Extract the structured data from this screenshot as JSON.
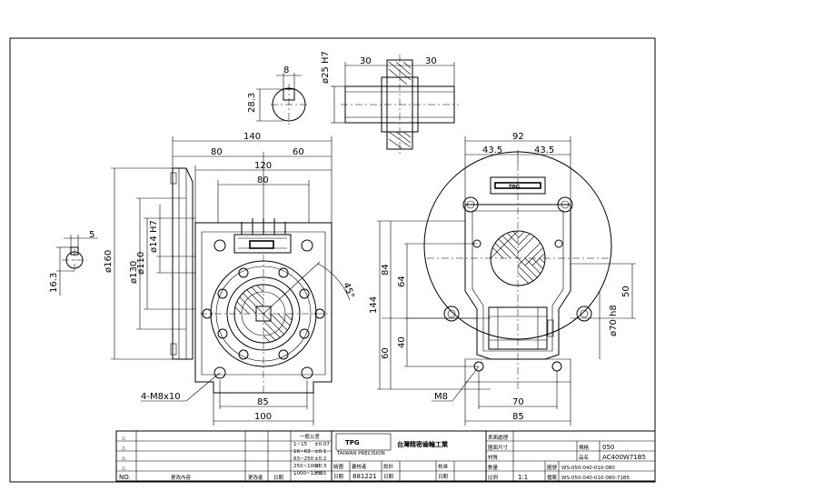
{
  "dims": {
    "key_width": "8",
    "key_height": "28.3",
    "shaft_dia": "ø25 H7",
    "len_left": "30",
    "len_right": "30",
    "w140": "140",
    "w80a": "80",
    "w60": "60",
    "w120": "120",
    "w80b": "80",
    "d160": "ø160",
    "d130": "ø130",
    "d110": "ø110",
    "d14": "ø14 H7",
    "k5": "5",
    "k163": "16.3",
    "angle": "45°",
    "bolt": "4-M8x10",
    "w85a": "85",
    "w100": "100",
    "w92": "92",
    "w435a": "43.5",
    "w435b": "43.5",
    "h144": "144",
    "h84": "84",
    "h64": "64",
    "h60": "60",
    "h40": "40",
    "h50": "50",
    "d70": "ø70 h8",
    "m8": "M8",
    "w70": "70",
    "w85b": "85"
  },
  "title_block": {
    "rev_mark": "△",
    "col_no": "NO.",
    "col_content": "更改內容",
    "col_signer": "更改者",
    "col_date": "日期",
    "tol_title": "一般公差",
    "tol_rows": [
      {
        "range": "1~15",
        "tol": "±0.07"
      },
      {
        "range": "16~63",
        "tol": "±0.1"
      },
      {
        "range": "63~250",
        "tol": "±0.2"
      },
      {
        "range": "250~1000",
        "tol": "±0.3"
      },
      {
        "range": "1000~1250",
        "tol": "±0.5"
      }
    ],
    "logo": "TPG",
    "logo_sub": "TAIWAN PRECISION",
    "company": "台灣精密齒輪工業",
    "drawn_label": "繪圖",
    "drawn_value": "881221",
    "check_label": "審核者",
    "date_label": "日期",
    "design_label": "設計",
    "design_date_label": "日期",
    "approve_label": "核准",
    "approve_date_label": "日期",
    "surface_label": "表面處理",
    "size_label": "圖面尺寸",
    "material_label": "材質",
    "qty_label": "數量",
    "scale_label": "比例",
    "scale_value": "1:1",
    "spec_label": "規格",
    "spec_value": "050",
    "name_label": "品名",
    "name_value": "AC400W71B5",
    "fig_label": "圖號",
    "fig_value": "WS-050-040-010-080",
    "file_label": "檔案",
    "file_value": "WS-050-040-010-080-71B5"
  }
}
